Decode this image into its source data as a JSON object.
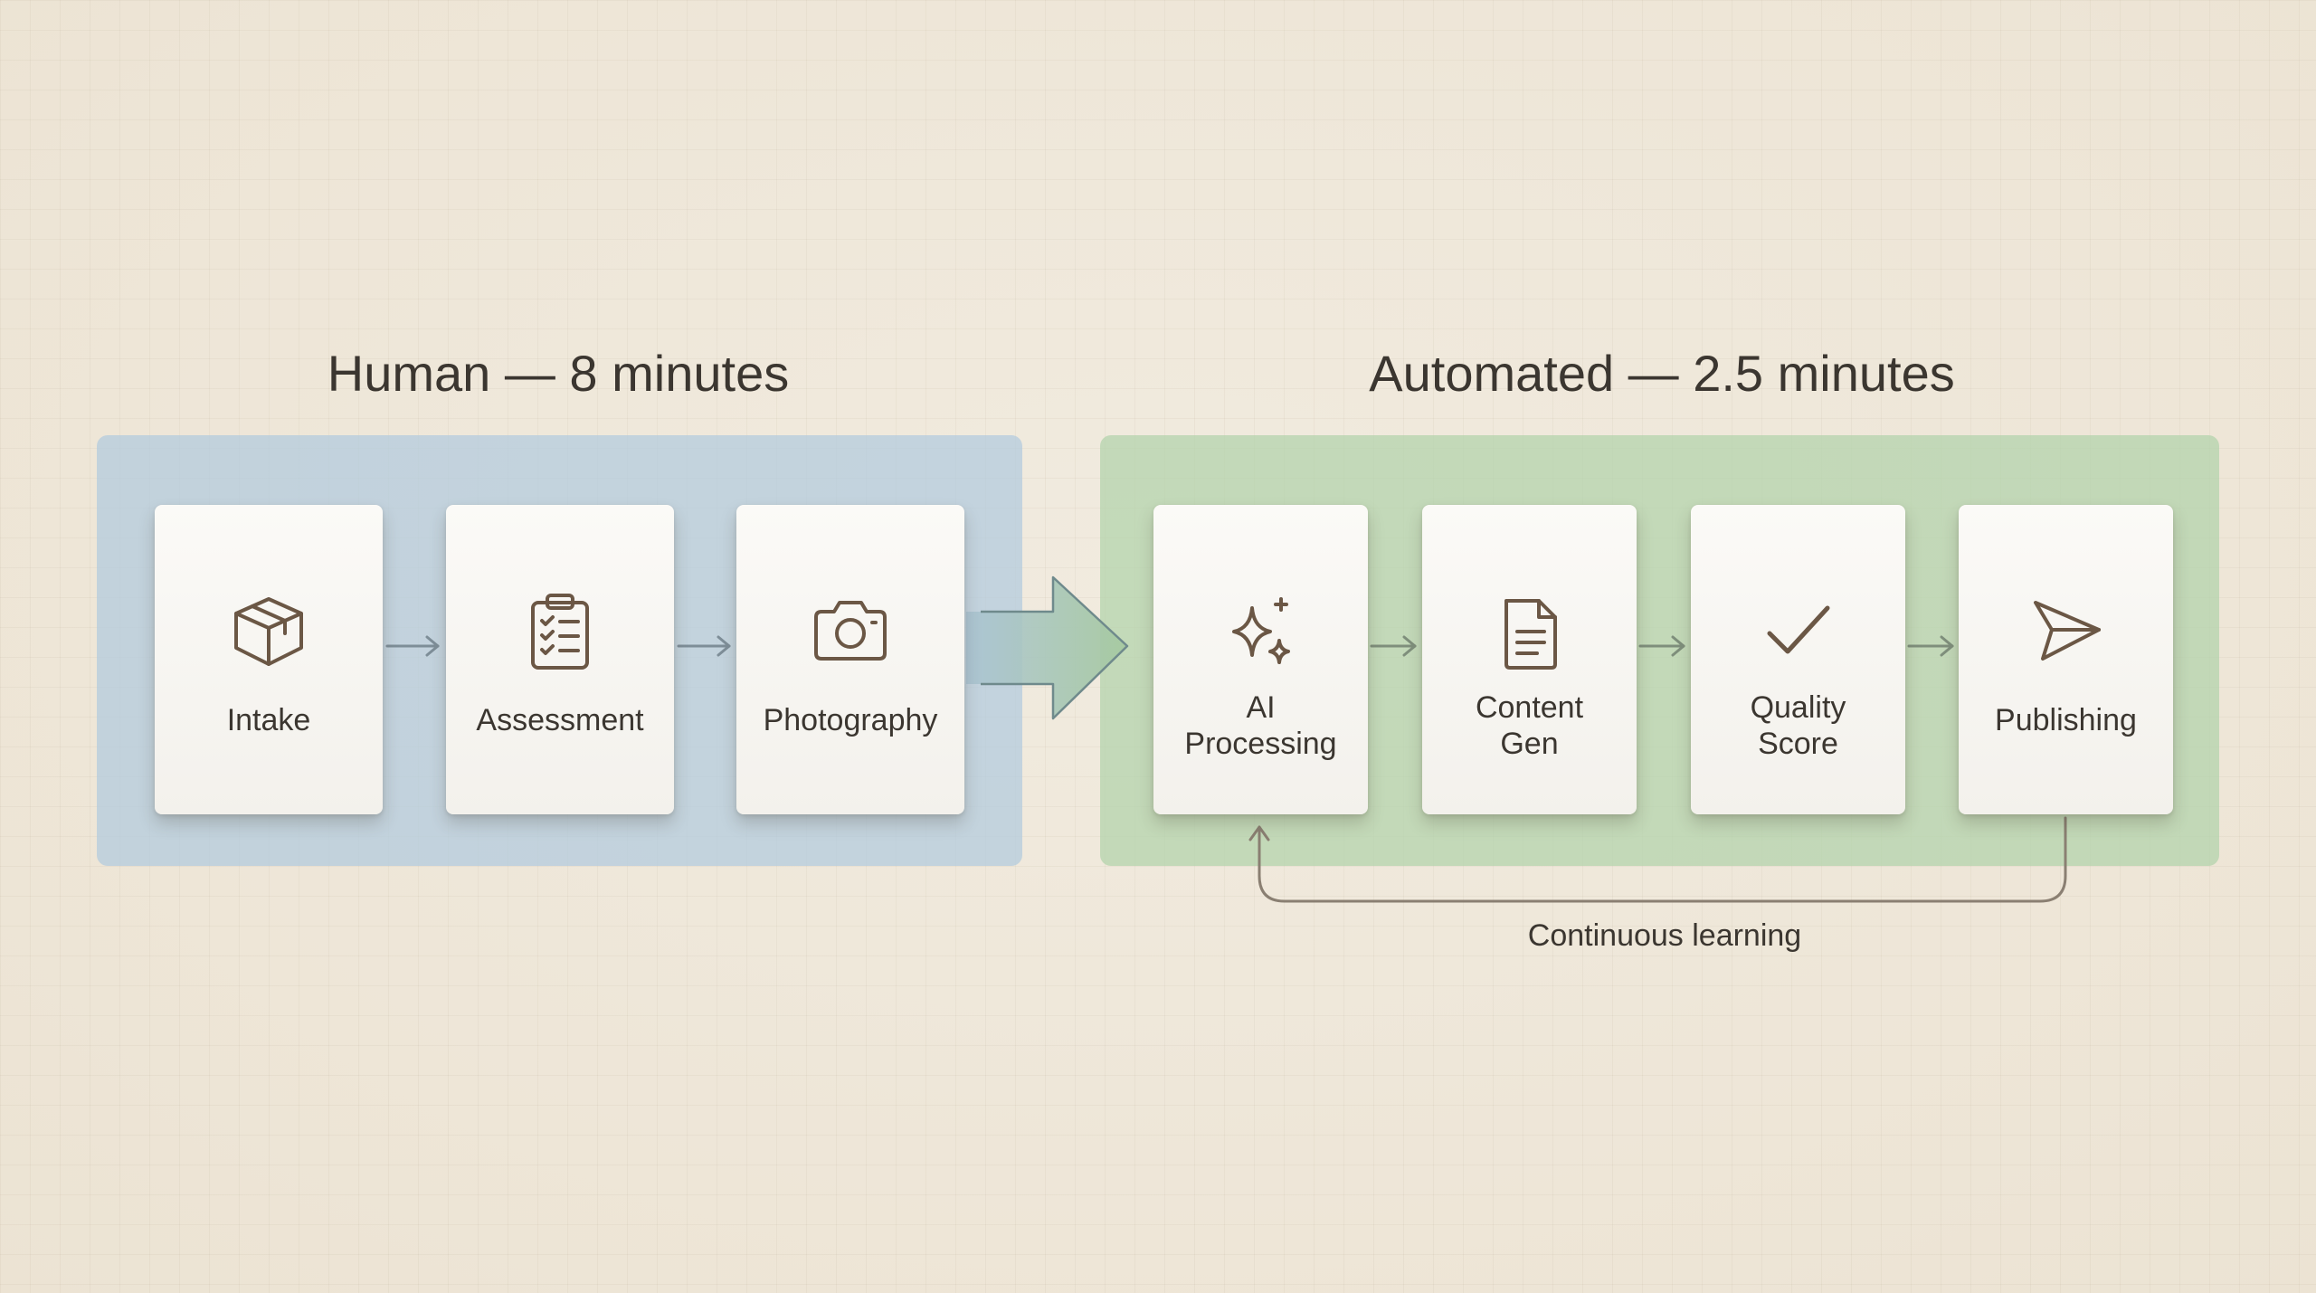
{
  "sections": {
    "human": {
      "title": "Human — 8 minutes"
    },
    "automated": {
      "title": "Automated — 2.5 minutes"
    }
  },
  "steps": {
    "intake": {
      "label": "Intake",
      "icon": "box-icon"
    },
    "assessment": {
      "label": "Assessment",
      "icon": "clipboard-checklist-icon"
    },
    "photography": {
      "label": "Photography",
      "icon": "camera-icon"
    },
    "ai_processing": {
      "label": "AI\nProcessing",
      "icon": "sparkles-icon"
    },
    "content_gen": {
      "label": "Content\nGen",
      "icon": "document-icon"
    },
    "quality_score": {
      "label": "Quality\nScore",
      "icon": "checkmark-icon"
    },
    "publishing": {
      "label": "Publishing",
      "icon": "send-icon"
    }
  },
  "feedback": {
    "label": "Continuous learning"
  },
  "colors": {
    "background": "#efe7d9",
    "human_panel": "#b2cbde",
    "automated_panel": "#b2d2aa",
    "icon_stroke": "#6b5745",
    "arrow": "#7c8f9a"
  }
}
